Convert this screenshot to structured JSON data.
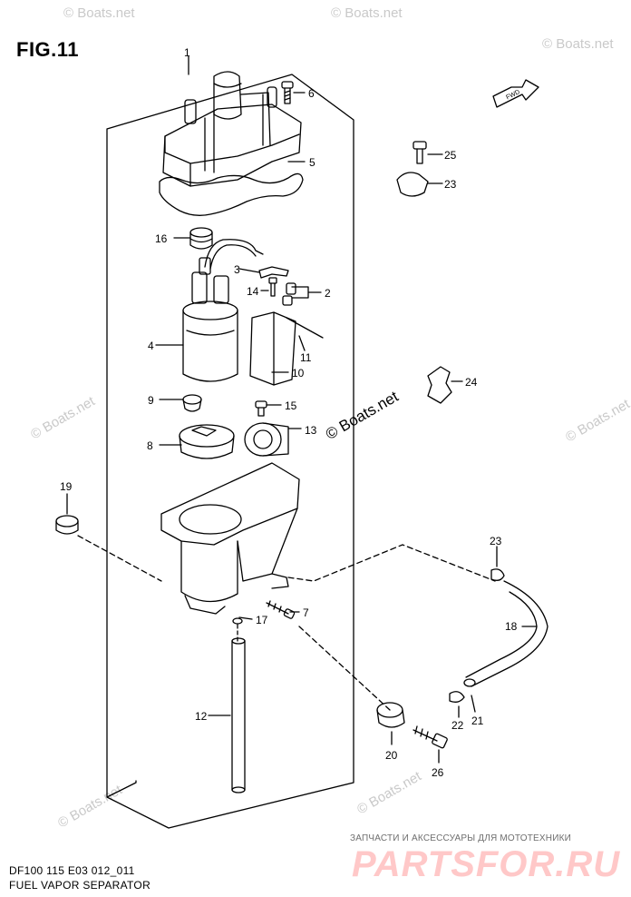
{
  "figure": {
    "title": "FIG.11",
    "footer_code": "DF100 115 E03 012_011",
    "footer_name": "FUEL VAPOR SEPARATOR"
  },
  "fwd_label": "FWD",
  "callouts": [
    "1",
    "2",
    "3",
    "4",
    "5",
    "6",
    "7",
    "8",
    "9",
    "10",
    "11",
    "12",
    "13",
    "14",
    "15",
    "16",
    "17",
    "18",
    "19",
    "20",
    "21",
    "22",
    "23",
    "23",
    "24",
    "25",
    "26"
  ],
  "watermarks": {
    "light": "© Boats.net",
    "dark": "© Boats.net"
  },
  "brand": {
    "tagline": "ЗАПЧАСТИ И АКСЕССУАРЫ ДЛЯ МОТОТЕХНИКИ",
    "logo": "PARTSFOR.RU"
  },
  "colors": {
    "line": "#000000",
    "watermark": "#c9c9c9",
    "brand": "#ffc8c8"
  }
}
